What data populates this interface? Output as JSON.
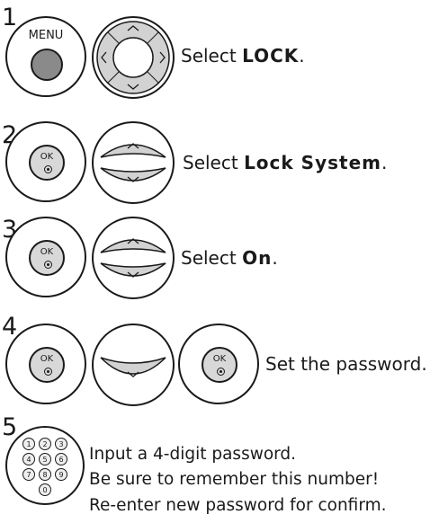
{
  "steps": [
    {
      "number": "1",
      "button": "MENU",
      "text_prefix": "Select ",
      "text_bold": "LOCK",
      "text_suffix": "."
    },
    {
      "number": "2",
      "button": "OK",
      "text_prefix": "Select ",
      "text_bold": "Lock System",
      "text_suffix": "."
    },
    {
      "number": "3",
      "button": "OK",
      "text_prefix": "Select ",
      "text_bold": "On",
      "text_suffix": "."
    },
    {
      "number": "4",
      "button": "OK",
      "button2": "OK",
      "text": "Set the password."
    },
    {
      "number": "5",
      "keypad": [
        "1",
        "2",
        "3",
        "4",
        "5",
        "6",
        "7",
        "8",
        "9",
        "0"
      ],
      "lines": [
        "Input a 4-digit password.",
        "Be sure to remember this number!",
        "Re-enter new password for confirm."
      ]
    }
  ]
}
